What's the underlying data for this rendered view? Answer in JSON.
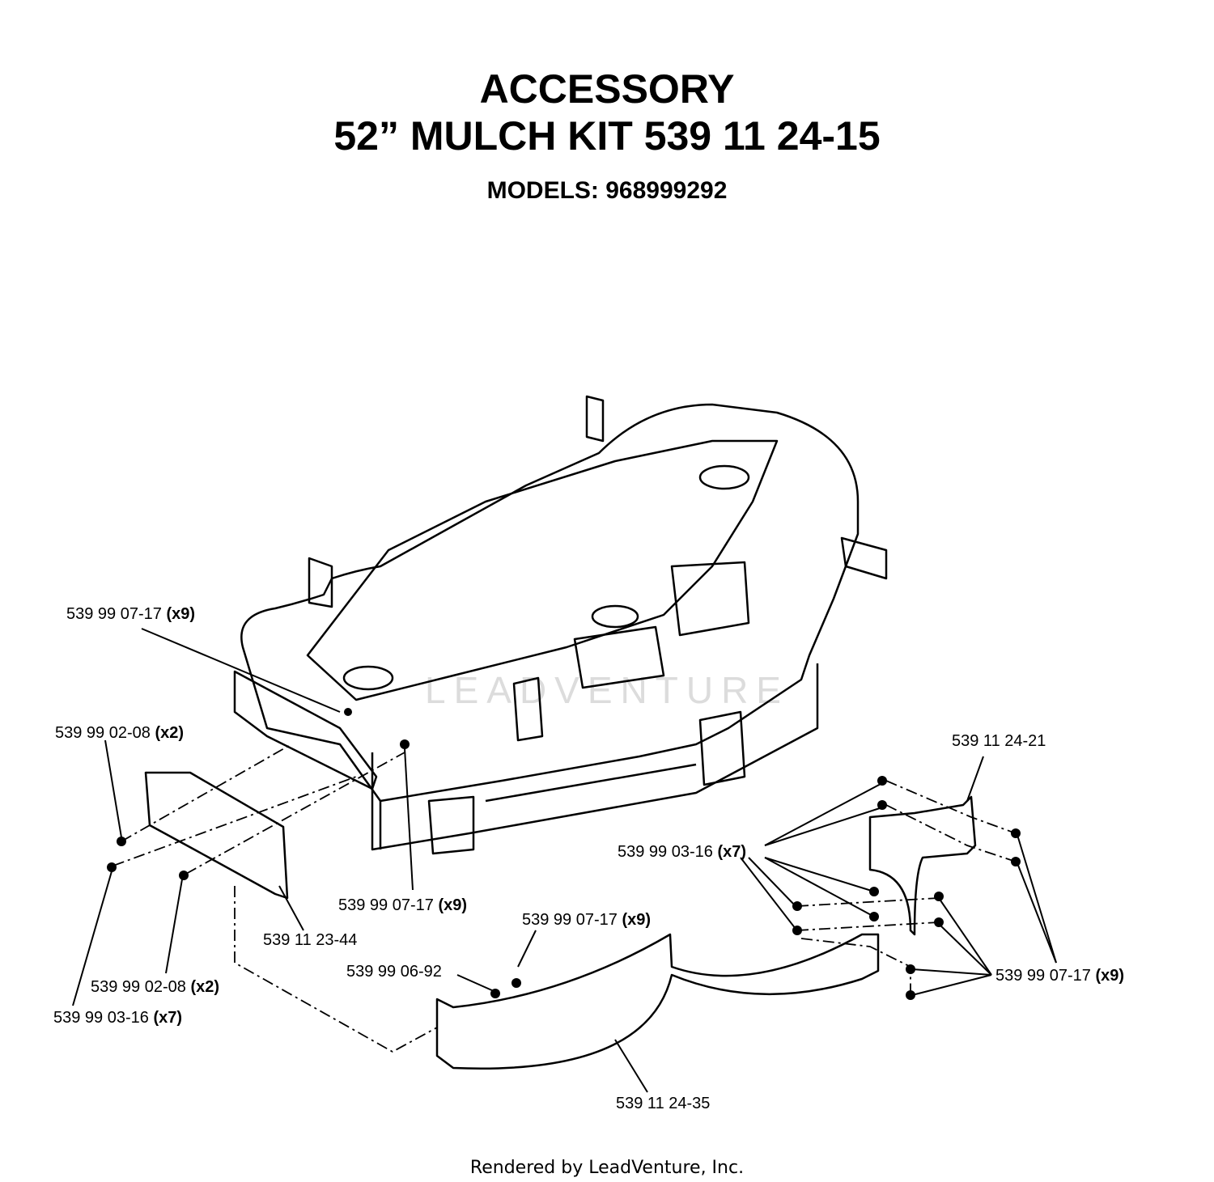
{
  "header": {
    "line1": "ACCESSORY",
    "line2": "52” MULCH KIT 539 11 24-15",
    "models": "MODELS: 968999292"
  },
  "watermark": "LEADVENTURE",
  "callouts": [
    {
      "part": "539  99 07-17",
      "qty": "(x9)"
    },
    {
      "part": "539  99 02-08",
      "qty": "(x2)"
    },
    {
      "part": "539  99 07-17",
      "qty": "(x9)"
    },
    {
      "part": "539 11 23-44",
      "qty": ""
    },
    {
      "part": "539  99 02-08",
      "qty": "(x2)"
    },
    {
      "part": "539 99  03-16",
      "qty": "(x7)"
    },
    {
      "part": "539  99 07-17",
      "qty": "(x9)"
    },
    {
      "part": "539 99 06-92",
      "qty": ""
    },
    {
      "part": "539 11 24-35",
      "qty": ""
    },
    {
      "part": "539 11 24-21",
      "qty": ""
    },
    {
      "part": "539 99  03-16",
      "qty": "(x7)"
    },
    {
      "part": "539  99 07-17",
      "qty": "(x9)"
    }
  ],
  "footer": "Rendered by LeadVenture, Inc."
}
